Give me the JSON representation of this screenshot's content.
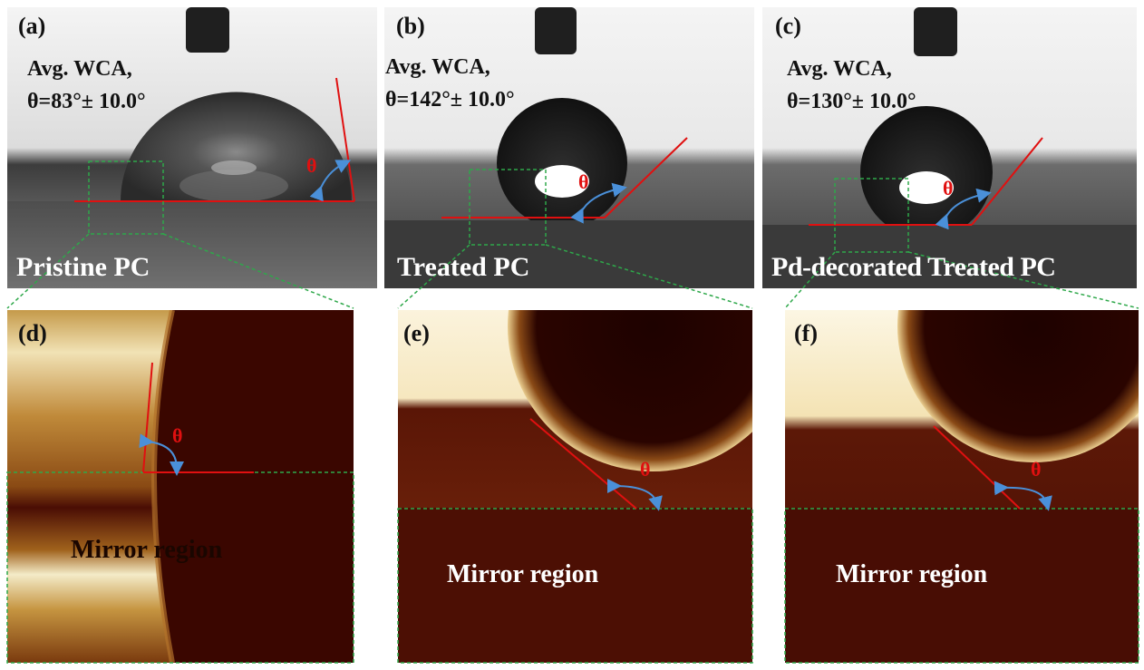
{
  "figure": {
    "panels": [
      {
        "letter": "(a)",
        "wca_label": "Avg. WCA,",
        "wca_value": "θ=83°± 10.0°",
        "sample": "Pristine PC",
        "angle_symbol": "θ"
      },
      {
        "letter": "(b)",
        "wca_label": "Avg. WCA,",
        "wca_value": "θ=142°± 10.0°",
        "sample": "Treated  PC",
        "angle_symbol": "θ"
      },
      {
        "letter": "(c)",
        "wca_label": "Avg. WCA,",
        "wca_value": "θ=130°± 10.0°",
        "sample": "Pd-decorated Treated  PC",
        "angle_symbol": "θ"
      }
    ],
    "zooms": [
      {
        "letter": "(d)",
        "angle_symbol": "θ",
        "mirror": "Mirror region"
      },
      {
        "letter": "(e)",
        "angle_symbol": "θ",
        "mirror": "Mirror region"
      },
      {
        "letter": "(f)",
        "angle_symbol": "θ",
        "mirror": "Mirror region"
      }
    ],
    "colors": {
      "tangent_line": "#e01010",
      "angle_arc": "#4a90d9",
      "zoom_box": "#2ea84a",
      "angle_text": "#e01010"
    }
  }
}
